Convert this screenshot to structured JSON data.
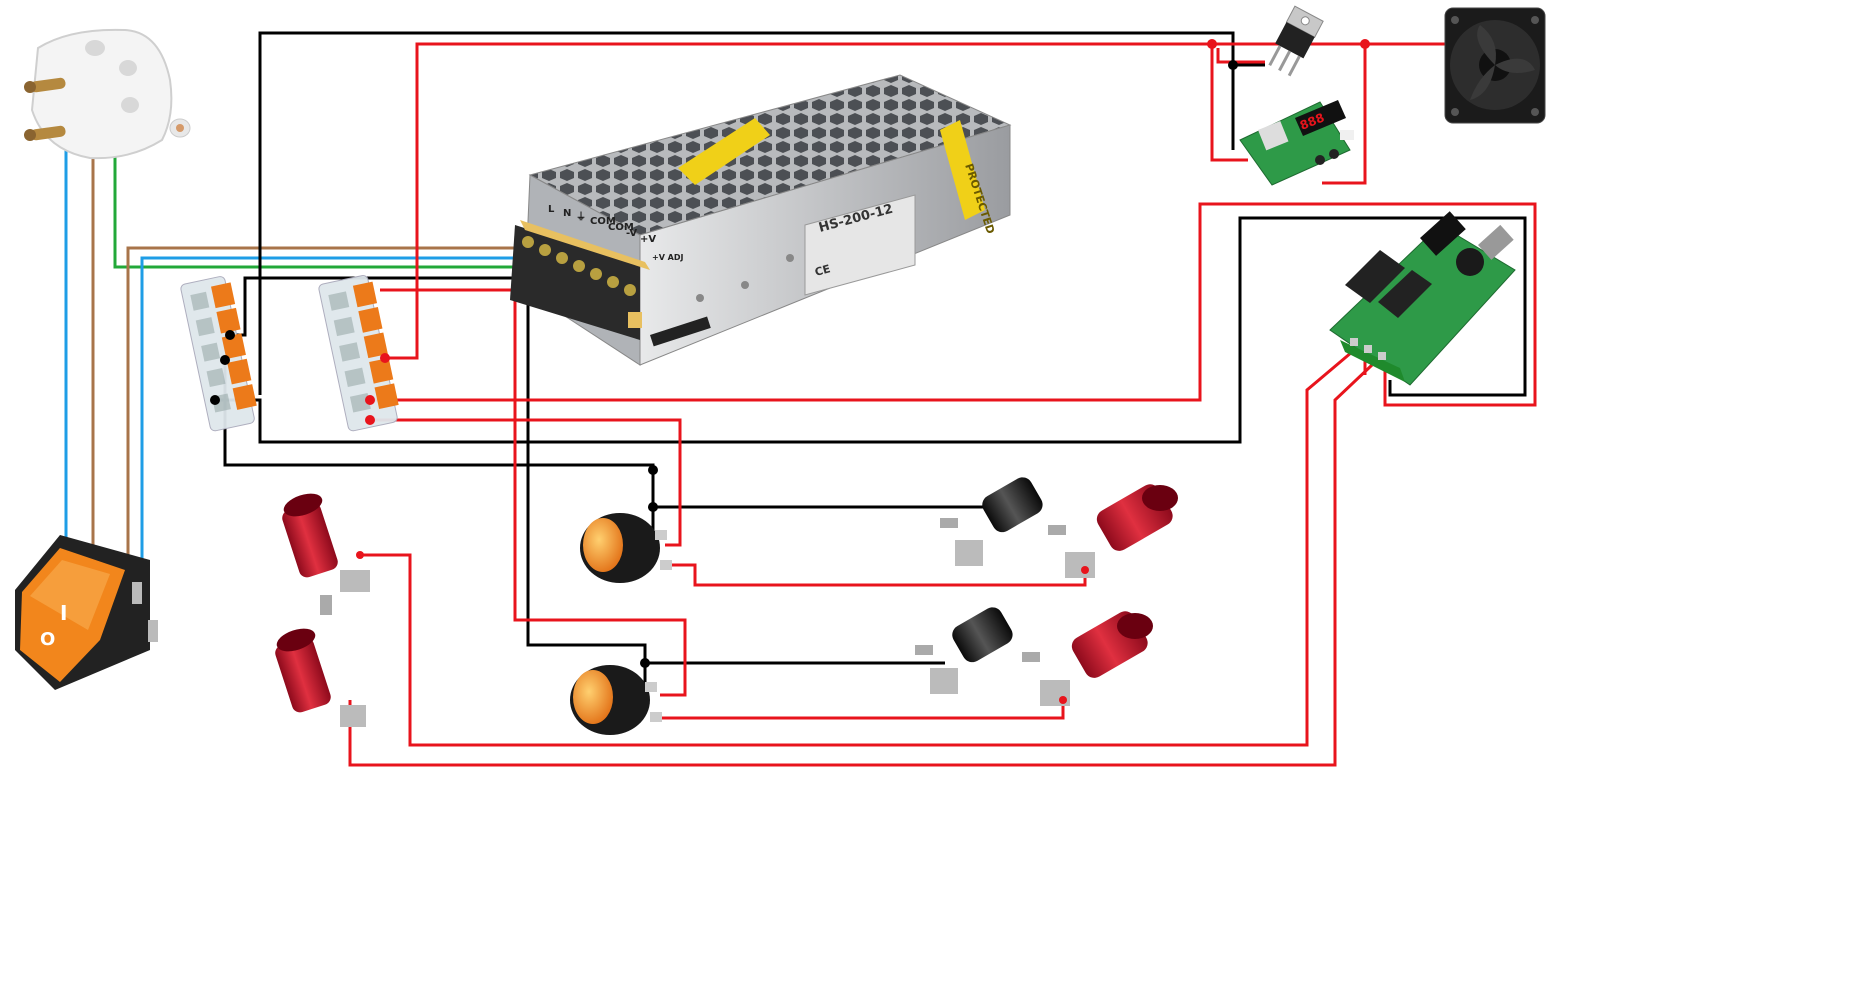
{
  "colors": {
    "wire_red": "#e8141c",
    "wire_black": "#000000",
    "wire_blue": "#1e9de6",
    "wire_brown": "#a8744a",
    "wire_green": "#22a838",
    "psu_silver": "#c9cbce",
    "terminal_red": "#c8102e",
    "terminal_black": "#1a1a1a",
    "pcb_green": "#2e9a48",
    "rocker_orange": "#f28a1a"
  },
  "psu": {
    "model_label": "HS-200-12",
    "terminal_labels": [
      "L",
      "N",
      "⏚",
      "COM",
      "COM",
      "-V",
      "+V"
    ],
    "adj_label": "+V ADJ",
    "side_sticker": "PROTECTED",
    "ce_mark": "CE"
  },
  "components": {
    "mains_plug": "mains-plug",
    "mains_rocker_switch": "mains-rocker-switch",
    "wago_connector_neutral": "wago-lever-connector",
    "wago_connector_positive": "wago-lever-connector",
    "voltage_regulator": "to220-voltage-regulator",
    "cooling_fan": "cooling-fan",
    "thermostat_module": "digital-thermostat-module",
    "rf_relay_module": "rf-relay-receiver-module",
    "round_rocker_switch_1": "round-rocker-switch",
    "round_rocker_switch_2": "round-rocker-switch",
    "binding_posts": [
      "red-binding-post",
      "red-binding-post",
      "black-binding-post",
      "red-binding-post",
      "black-binding-post",
      "red-binding-post"
    ]
  },
  "rocker_marks": {
    "on": "I",
    "off": "O"
  },
  "thermostat_display": "888"
}
